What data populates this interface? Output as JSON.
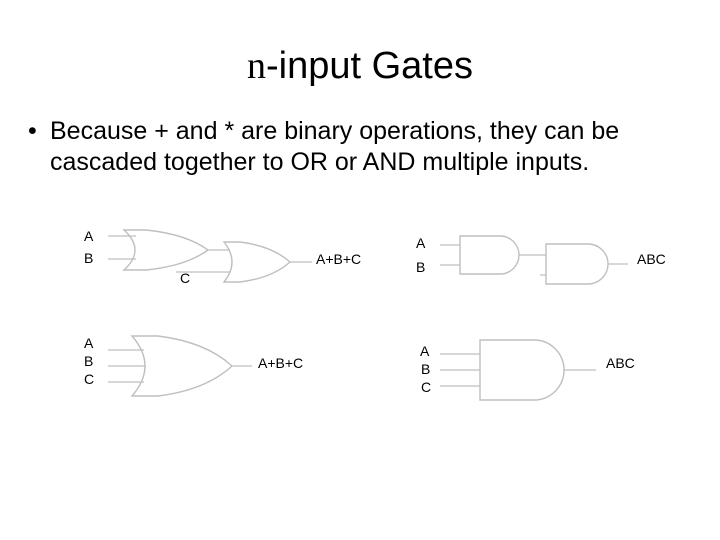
{
  "title": {
    "prefix": "n",
    "rest": "-input Gates"
  },
  "bullet": {
    "symbol": "•",
    "text": "Because + and * are binary operations, they can be cascaded together to OR or AND multiple inputs."
  },
  "diagrams": {
    "or_cascade": {
      "in_a": "A",
      "in_b": "B",
      "in_c": "C",
      "out": "A+B+C"
    },
    "or_3input": {
      "in_a": "A",
      "in_b": "B",
      "in_c": "C",
      "out": "A+B+C"
    },
    "and_cascade": {
      "in_a": "A",
      "in_b": "B",
      "out": "ABC"
    },
    "and_3input": {
      "in_a": "A",
      "in_b": "B",
      "in_c": "C",
      "out": "ABC"
    }
  }
}
